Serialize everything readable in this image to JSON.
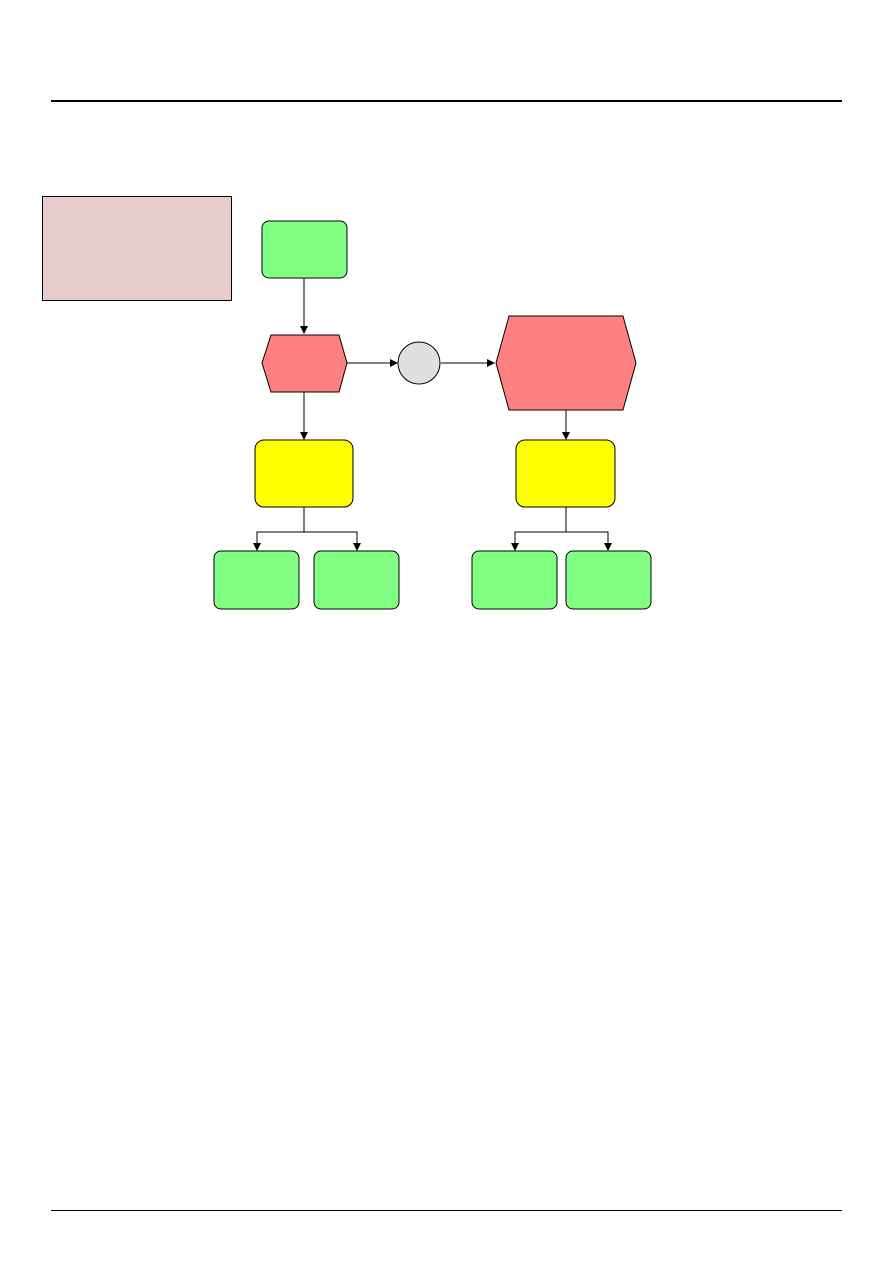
{
  "colors": {
    "note_fill": "#e8cccc",
    "event_green": "#80ff80",
    "function_red": "#ff8080",
    "org_yellow": "#ffff00",
    "connector_gray": "#e0e0e0",
    "line": "#000000"
  },
  "legend_note": {
    "text": ""
  },
  "nodes": [
    {
      "id": "start-event",
      "shape": "rounded-rect",
      "color": "event_green",
      "label": ""
    },
    {
      "id": "function-1",
      "shape": "hexagon",
      "color": "function_red",
      "label": ""
    },
    {
      "id": "connector",
      "shape": "circle",
      "color": "connector_gray",
      "label": ""
    },
    {
      "id": "function-2",
      "shape": "hexagon",
      "color": "function_red",
      "label": ""
    },
    {
      "id": "org-unit-1",
      "shape": "rounded-rect",
      "color": "org_yellow",
      "label": ""
    },
    {
      "id": "org-unit-2",
      "shape": "rounded-rect",
      "color": "org_yellow",
      "label": ""
    },
    {
      "id": "event-1a",
      "shape": "rounded-rect",
      "color": "event_green",
      "label": ""
    },
    {
      "id": "event-1b",
      "shape": "rounded-rect",
      "color": "event_green",
      "label": ""
    },
    {
      "id": "event-2a",
      "shape": "rounded-rect",
      "color": "event_green",
      "label": ""
    },
    {
      "id": "event-2b",
      "shape": "rounded-rect",
      "color": "event_green",
      "label": ""
    }
  ],
  "edges": [
    {
      "from": "start-event",
      "to": "function-1"
    },
    {
      "from": "function-1",
      "to": "connector"
    },
    {
      "from": "connector",
      "to": "function-2"
    },
    {
      "from": "function-1",
      "to": "org-unit-1"
    },
    {
      "from": "function-2",
      "to": "org-unit-2"
    },
    {
      "from": "org-unit-1",
      "to": "event-1a"
    },
    {
      "from": "org-unit-1",
      "to": "event-1b"
    },
    {
      "from": "org-unit-2",
      "to": "event-2a"
    },
    {
      "from": "org-unit-2",
      "to": "event-2b"
    }
  ]
}
